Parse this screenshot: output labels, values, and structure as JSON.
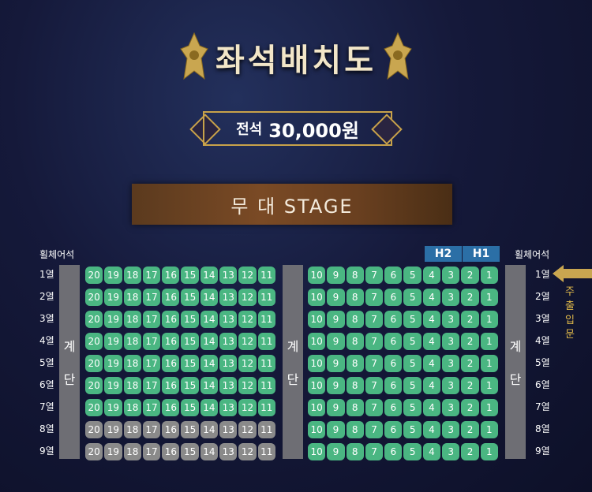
{
  "title": "좌석배치도",
  "price": {
    "label": "전석",
    "amount": "30,000원"
  },
  "stage_label": "무 대 STAGE",
  "wheelchair_label": "휠체어석",
  "wheelchair_seats": [
    "H2",
    "H1"
  ],
  "stairs_chars": [
    "계",
    "단"
  ],
  "entrance_label": "주출입문",
  "rows": [
    "1열",
    "2열",
    "3열",
    "4열",
    "5열",
    "6열",
    "7열",
    "8열",
    "9열"
  ],
  "left_block": {
    "seats": [
      "20",
      "19",
      "18",
      "17",
      "16",
      "15",
      "14",
      "13",
      "12",
      "11"
    ],
    "sold_rows": [
      8,
      9
    ]
  },
  "right_block": {
    "seats": [
      "10",
      "9",
      "8",
      "7",
      "6",
      "5",
      "4",
      "3",
      "2",
      "1"
    ]
  },
  "colors": {
    "available": "#4ab682",
    "sold": "#8a8a8a",
    "wheelchair": "#2b6fa6",
    "gold": "#c8a24a"
  }
}
